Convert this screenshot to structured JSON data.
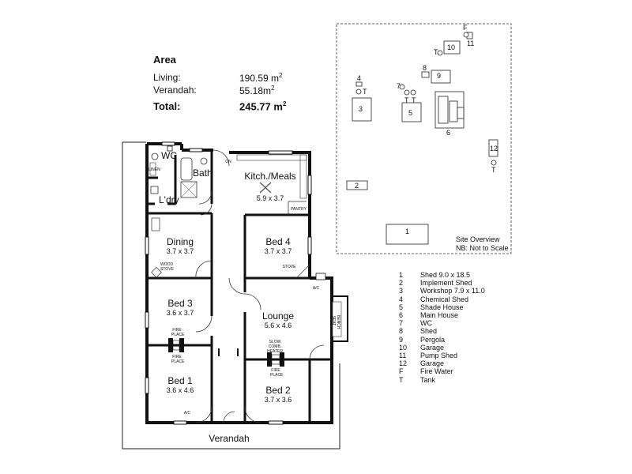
{
  "area": {
    "title": "Area",
    "living_label": "Living:",
    "living_value": "190.59 m",
    "verandah_label": "Verandah:",
    "verandah_value": "55.18m",
    "total_label": "Total:",
    "total_value": "245.77 m",
    "unit_sup": "2"
  },
  "rooms": {
    "bath": "Bath",
    "wc": "WC",
    "ldry": "L'dry",
    "linen": "LINEN",
    "kitchen": {
      "name": "Kitch./Meals",
      "dims": "5.9 x 3.7"
    },
    "pantry": "PANTRY",
    "dining": {
      "name": "Dining",
      "dims": "3.7 x 3.7"
    },
    "wood_stove": "WOOD STOVE",
    "bed4": {
      "name": "Bed 4",
      "dims": "3.7 x 3.7"
    },
    "stove": "STOVE",
    "bed3": {
      "name": "Bed 3",
      "dims": "3.6 x 3.7"
    },
    "lounge": {
      "name": "Lounge",
      "dims": "5.6 x 4.6"
    },
    "slow_comb_heater": "SLOW COMB. HEATER",
    "bench_seat": "BENCH SEAT",
    "fire_place": "FIRE PLACE",
    "bed1": {
      "name": "Bed 1",
      "dims": "3.6 x 4.6"
    },
    "bed2": {
      "name": "Bed 2",
      "dims": "3.7 x 3.6"
    },
    "ac": "A/C",
    "on": "ON",
    "verandah": "Verandah"
  },
  "site": {
    "note_line1": "Site Overview",
    "note_line2": "NB: Not to Scale",
    "labels": {
      "n1": "1",
      "n2": "2",
      "n3": "3",
      "n4": "4",
      "n5": "5",
      "n6": "6",
      "n7": "7",
      "n8": "8",
      "n9": "9",
      "n10": "10",
      "n11": "11",
      "n12": "12",
      "f": "F",
      "t": "T"
    }
  },
  "legend": [
    {
      "key": "1",
      "text": "Shed 9.0 x 18.5"
    },
    {
      "key": "2",
      "text": "Implement Shed"
    },
    {
      "key": "3",
      "text": "Workshop 7.9 x 11.0"
    },
    {
      "key": "4",
      "text": "Chemical Shed"
    },
    {
      "key": "5",
      "text": "Shade House"
    },
    {
      "key": "6",
      "text": "Main House"
    },
    {
      "key": "7",
      "text": "WC"
    },
    {
      "key": "8",
      "text": "Shed"
    },
    {
      "key": "9",
      "text": "Pergola"
    },
    {
      "key": "10",
      "text": "Garage"
    },
    {
      "key": "11",
      "text": "Pump Shed"
    },
    {
      "key": "12",
      "text": "Garage"
    },
    {
      "key": "F",
      "text": "Fire Water"
    },
    {
      "key": "T",
      "text": "Tank"
    }
  ]
}
